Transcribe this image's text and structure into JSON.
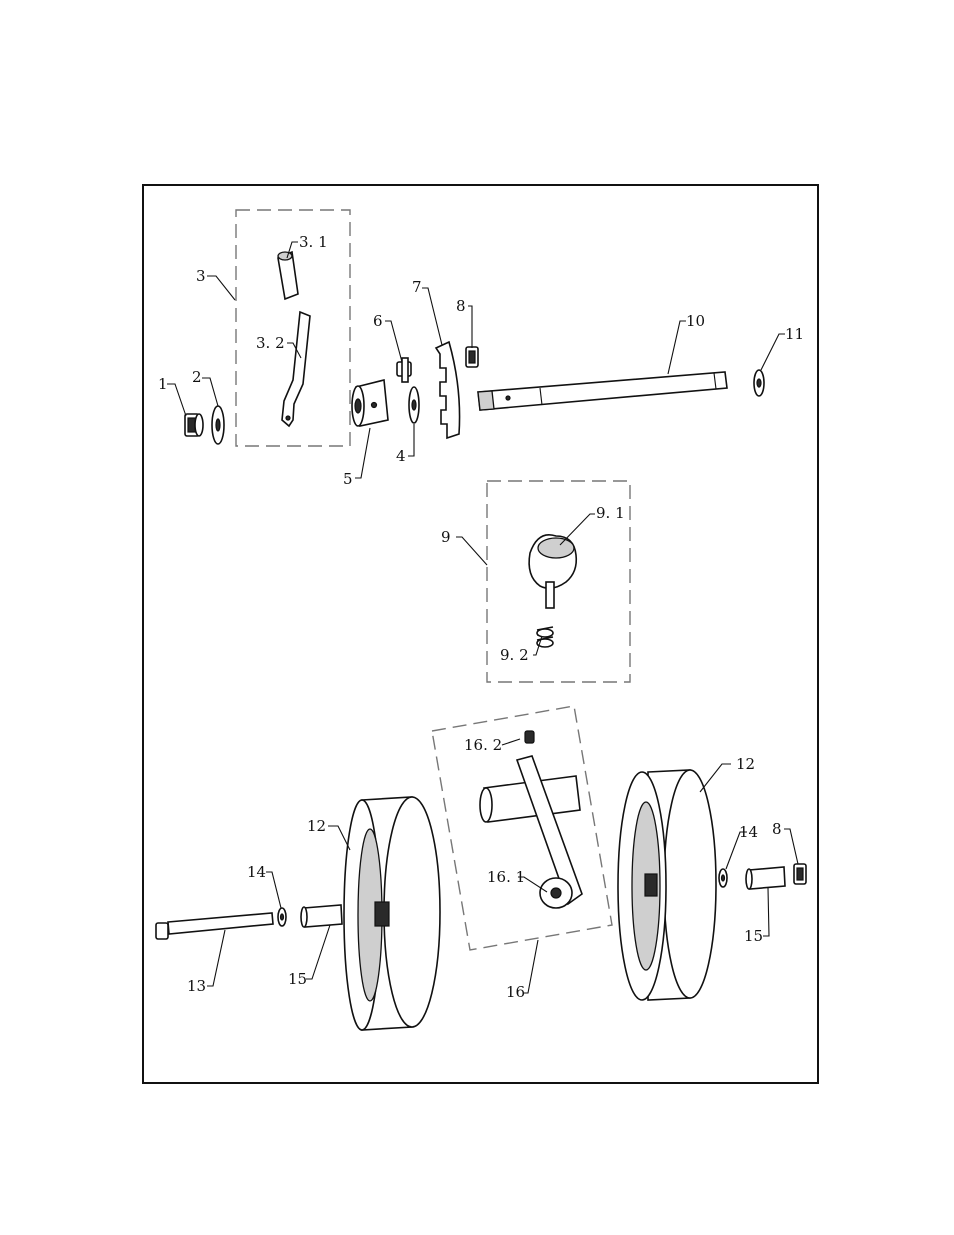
{
  "diagram": {
    "callouts": {
      "c1": "1",
      "c2": "2",
      "c3": "3",
      "c3_1": "3. 1",
      "c3_2": "3. 2",
      "c4": "4",
      "c5": "5",
      "c6": "6",
      "c7": "7",
      "c8a": "8",
      "c9": "9",
      "c9_1": "9. 1",
      "c9_2": "9. 2",
      "c10": "10",
      "c11": "11",
      "c12a": "12",
      "c12b": "12",
      "c13": "13",
      "c14a": "14",
      "c14b": "14",
      "c15a": "15",
      "c15b": "15",
      "c16": "16",
      "c16_1": "16. 1",
      "c16_2": "16. 2",
      "c8b": "8"
    }
  }
}
